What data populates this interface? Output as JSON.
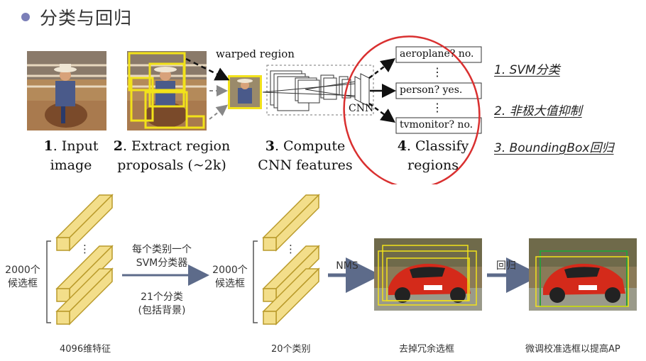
{
  "title": "分类与回归",
  "rcnn": {
    "warped_label": "warped region",
    "cnn_label": "CNN",
    "classes": [
      "aeroplane? no.",
      "person? yes.",
      "tvmonitor? no."
    ],
    "ellipsis": "⋮",
    "steps": [
      {
        "num": "1",
        "line1": ". Input",
        "line2": "image"
      },
      {
        "num": "2",
        "line1": ". Extract region",
        "line2": "proposals (~2k)"
      },
      {
        "num": "3",
        "line1": ". Compute",
        "line2": "CNN features"
      },
      {
        "num": "4",
        "line1": ". Classify",
        "line2": "regions"
      }
    ]
  },
  "notes": [
    "1. SVM分类",
    "2. 非极大值抑制",
    "3. BoundingBox回归"
  ],
  "pipeline": {
    "candidates_label_1": "2000个\n候选框",
    "candidates_label_2": "2000个\n候选框",
    "feature_label": "4096维特征",
    "svm_top": "每个类别一个\nSVM分类器",
    "svm_bottom": "21个分类\n(包括背景)",
    "class_label": "20个类别",
    "nms_label": "NMS",
    "nms_caption": "去掉冗余选框",
    "reg_label": "回归",
    "reg_caption": "微调校准选框以提高AP",
    "dots": "⋮"
  },
  "colors": {
    "bullet": "#7b7fb8",
    "box_yellow": "#f2e21a",
    "ellipse_red": "#d93030",
    "feature_fill": "#f3de8a",
    "feature_stroke": "#b99a2a",
    "arrow_gray": "#5d6b8a",
    "reg_box_green": "#2e9a3c"
  }
}
